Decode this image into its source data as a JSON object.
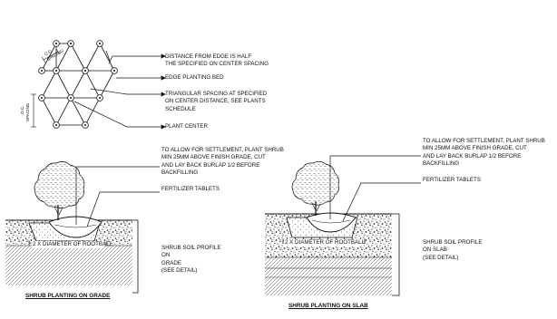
{
  "spacing_plan": {
    "oc_label_top": "O.C.",
    "spacing_label_top": "SPACING",
    "oc_label_side": "O.C.",
    "spacing_label_side": "SPACING",
    "notes": [
      "DISTANCE FROM EDGE IS HALF\nTHE SPECIFIED ON CENTER SPACING",
      "EDGE PLANTING BED",
      "TRIANGULAR SPACING AT SPECIFIED\nON CENTER DISTANCE, SEE PLANTS\nSCHEDULE",
      "PLANT CENTER"
    ]
  },
  "on_grade": {
    "title": "SHRUB PLANTING ON GRADE",
    "settlement_note": "TO ALLOW FOR SETTLEMENT, PLANT SHRUB\nMIN 25mm ABOVE FINISH GRADE, CUT\nAND LAY BACK BURLAP 1/2 BEFORE\nBACKFILLING",
    "fertilizer_note": "FERTILIZER TABLETS",
    "rootball_note": "2 x DIAMETER OF ROOTBALL",
    "soil_note": "SHRUB SOIL PROFILE\nON\nGRADE\n(SEE DETAIL)"
  },
  "on_slab": {
    "title": "SHRUB PLANTING ON SLAB",
    "settlement_note": "TO ALLOW FOR SETTLEMENT, PLANT SHRUB\nMIN 25mm ABOVE FINISH GRADE, CUT\nAND LAY BACK BURLAP 1/2 BEFORE\nBACKFILLING",
    "fertilizer_note": "FERTILIZER TABLETS",
    "rootball_note": "2 x DIAMETER OF ROOTBALL",
    "soil_note": "SHRUB SOIL PROFILE\nON SLAB\n(SEE DETAIL)"
  }
}
